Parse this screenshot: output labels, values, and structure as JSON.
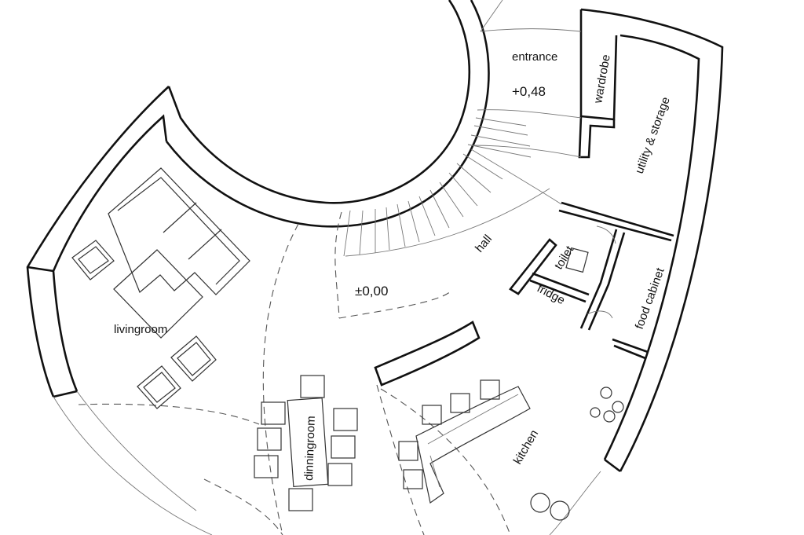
{
  "rooms": {
    "entrance": "entrance",
    "entrance_level": "+0,48",
    "wardrobe": "wardrobe",
    "utility": "utility & storage",
    "hall": "hall",
    "hall_level": "±0,00",
    "toilet": "toilet",
    "fridge": "fridge",
    "food_cabinet": "food cabinet",
    "livingroom": "livingroom",
    "dinningroom": "dinningroom",
    "kitchen": "kitchen"
  }
}
